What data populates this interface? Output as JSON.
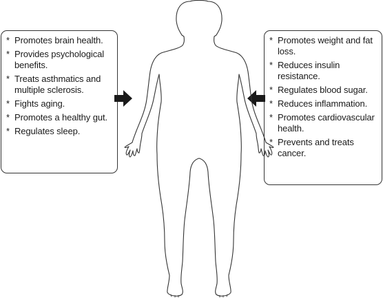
{
  "left_benefits": [
    "Promotes brain health.",
    "Provides psychological benefits.",
    "Treats asthmatics and multiple sclerosis.",
    "Fights aging.",
    "Promotes a healthy gut.",
    "Regulates sleep."
  ],
  "right_benefits": [
    "Promotes weight and fat loss.",
    "Reduces insulin resistance.",
    "Regulates blood sugar.",
    "Reduces inflammation.",
    "Promotes cardiovascular health.",
    "Prevents and treats cancer."
  ],
  "bullet_marker": "*",
  "colors": {
    "outline": "#333333",
    "arrow": "#1a1a1a",
    "text": "#1a1a1a"
  }
}
